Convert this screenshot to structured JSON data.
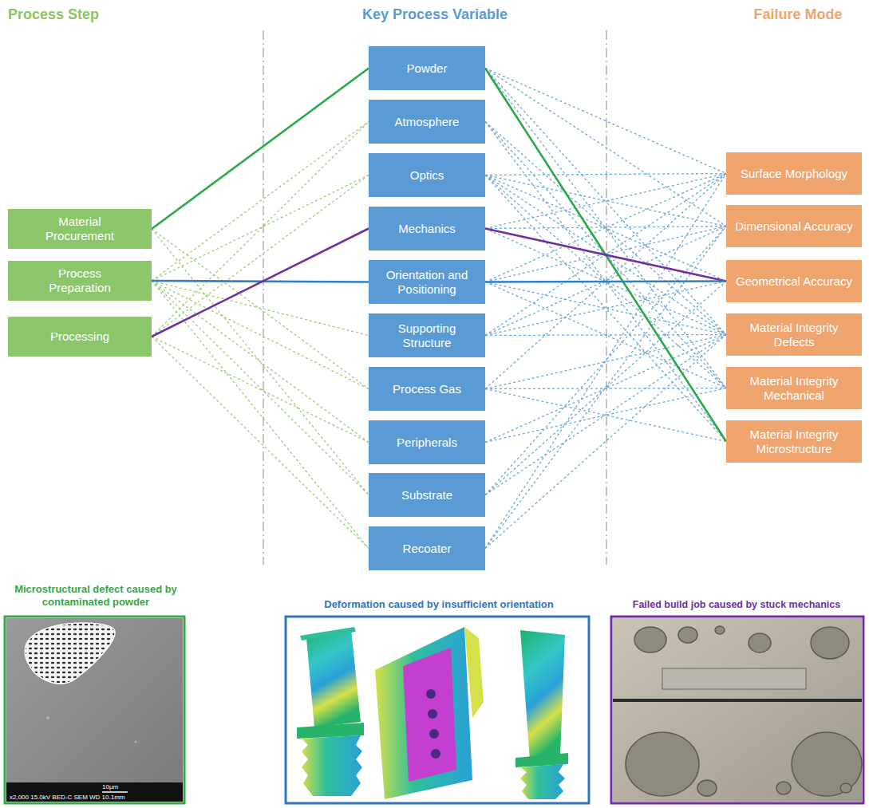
{
  "diagram": {
    "nodes": [
      {
        "text": [
          "Material Procurement"
        ]
      },
      {
        "text": [
          "Process Preparation"
        ]
      },
      {
        "text": [
          "Processing"
        ]
      },
      {
        "text": [
          "Powder"
        ]
      },
      {
        "text": [
          "Atmosphere"
        ]
      },
      {
        "text": [
          "Optics"
        ]
      },
      {
        "text": [
          "Mechanics"
        ]
      },
      {
        "text": [
          "Orientation and Positioning"
        ]
      },
      {
        "text": [
          "Supporting Structure"
        ]
      },
      {
        "text": [
          "Process Gas"
        ]
      },
      {
        "text": [
          "Peripherals"
        ]
      },
      {
        "text": [
          "Substrate"
        ]
      },
      {
        "text": [
          "Recoater"
        ]
      },
      {
        "text": [
          "Surface Morphology"
        ]
      },
      {
        "text": [
          "Dimensional Accuracy"
        ]
      },
      {
        "text": [
          "Geometrical Accuracy"
        ]
      },
      {
        "text": [
          "Material Integrity Defects"
        ]
      },
      {
        "text": [
          "Material Integrity Mechanical"
        ]
      },
      {
        "text": [
          "Material Integrity Microstructure"
        ]
      }
    ],
    "edges": [
      {
        "from": 0,
        "to": 3,
        "arrow": "none"
      },
      {
        "from": 0,
        "to": 9,
        "arrow": "none"
      },
      {
        "from": 0,
        "to": 11,
        "arrow": "none"
      },
      {
        "from": 1,
        "to": 4,
        "arrow": "none"
      },
      {
        "from": 1,
        "to": 5,
        "arrow": "none"
      },
      {
        "from": 1,
        "to": 7,
        "arrow": "none"
      },
      {
        "from": 1,
        "to": 8,
        "arrow": "none"
      },
      {
        "from": 1,
        "to": 9,
        "arrow": "none"
      },
      {
        "from": 1,
        "to": 10,
        "arrow": "none"
      },
      {
        "from": 1,
        "to": 11,
        "arrow": "none"
      },
      {
        "from": 1,
        "to": 12,
        "arrow": "none"
      },
      {
        "from": 2,
        "to": 4,
        "arrow": "none"
      },
      {
        "from": 2,
        "to": 5,
        "arrow": "none"
      },
      {
        "from": 2,
        "to": 6,
        "arrow": "none"
      },
      {
        "from": 2,
        "to": 10,
        "arrow": "none"
      },
      {
        "from": 2,
        "to": 12,
        "arrow": "none"
      },
      {
        "from": 3,
        "to": 13,
        "arrow": "none"
      },
      {
        "from": 3,
        "to": 14,
        "arrow": "none"
      },
      {
        "from": 3,
        "to": 16,
        "arrow": "none"
      },
      {
        "from": 3,
        "to": 17,
        "arrow": "none"
      },
      {
        "from": 3,
        "to": 18,
        "arrow": "none"
      },
      {
        "from": 4,
        "to": 16,
        "arrow": "none"
      },
      {
        "from": 4,
        "to": 17,
        "arrow": "none"
      },
      {
        "from": 4,
        "to": 18,
        "arrow": "none"
      },
      {
        "from": 5,
        "to": 13,
        "arrow": "none"
      },
      {
        "from": 5,
        "to": 14,
        "arrow": "none"
      },
      {
        "from": 5,
        "to": 15,
        "arrow": "none"
      },
      {
        "from": 5,
        "to": 16,
        "arrow": "none"
      },
      {
        "from": 5,
        "to": 17,
        "arrow": "none"
      },
      {
        "from": 5,
        "to": 18,
        "arrow": "none"
      },
      {
        "from": 6,
        "to": 13,
        "arrow": "none"
      },
      {
        "from": 6,
        "to": 14,
        "arrow": "none"
      },
      {
        "from": 6,
        "to": 15,
        "arrow": "none"
      },
      {
        "from": 6,
        "to": 16,
        "arrow": "none"
      },
      {
        "from": 7,
        "to": 13,
        "arrow": "none"
      },
      {
        "from": 7,
        "to": 14,
        "arrow": "none"
      },
      {
        "from": 7,
        "to": 15,
        "arrow": "none"
      },
      {
        "from": 7,
        "to": 16,
        "arrow": "none"
      },
      {
        "from": 7,
        "to": 17,
        "arrow": "none"
      },
      {
        "from": 8,
        "to": 13,
        "arrow": "none"
      },
      {
        "from": 8,
        "to": 14,
        "arrow": "none"
      },
      {
        "from": 8,
        "to": 15,
        "arrow": "none"
      },
      {
        "from": 8,
        "to": 16,
        "arrow": "none"
      },
      {
        "from": 9,
        "to": 13,
        "arrow": "none"
      },
      {
        "from": 9,
        "to": 16,
        "arrow": "none"
      },
      {
        "from": 9,
        "to": 17,
        "arrow": "none"
      },
      {
        "from": 9,
        "to": 18,
        "arrow": "none"
      },
      {
        "from": 10,
        "to": 16,
        "arrow": "none"
      },
      {
        "from": 10,
        "to": 17,
        "arrow": "none"
      },
      {
        "from": 11,
        "to": 14,
        "arrow": "none"
      },
      {
        "from": 11,
        "to": 15,
        "arrow": "none"
      },
      {
        "from": 11,
        "to": 16,
        "arrow": "none"
      },
      {
        "from": 12,
        "to": 13,
        "arrow": "none"
      },
      {
        "from": 12,
        "to": 14,
        "arrow": "none"
      },
      {
        "from": 12,
        "to": 16,
        "arrow": "none"
      }
    ],
    "labels": [
      "Process Step",
      "Key Process Variable",
      "Failure Mode",
      "Microstructural defect caused by contaminated powder",
      "Deformation caused by insufficient orientation",
      "Failed build job caused by stuck mechanics",
      "10µm",
      "x2,000 15.0kV BED-C SEM WD 10.1mm"
    ]
  }
}
